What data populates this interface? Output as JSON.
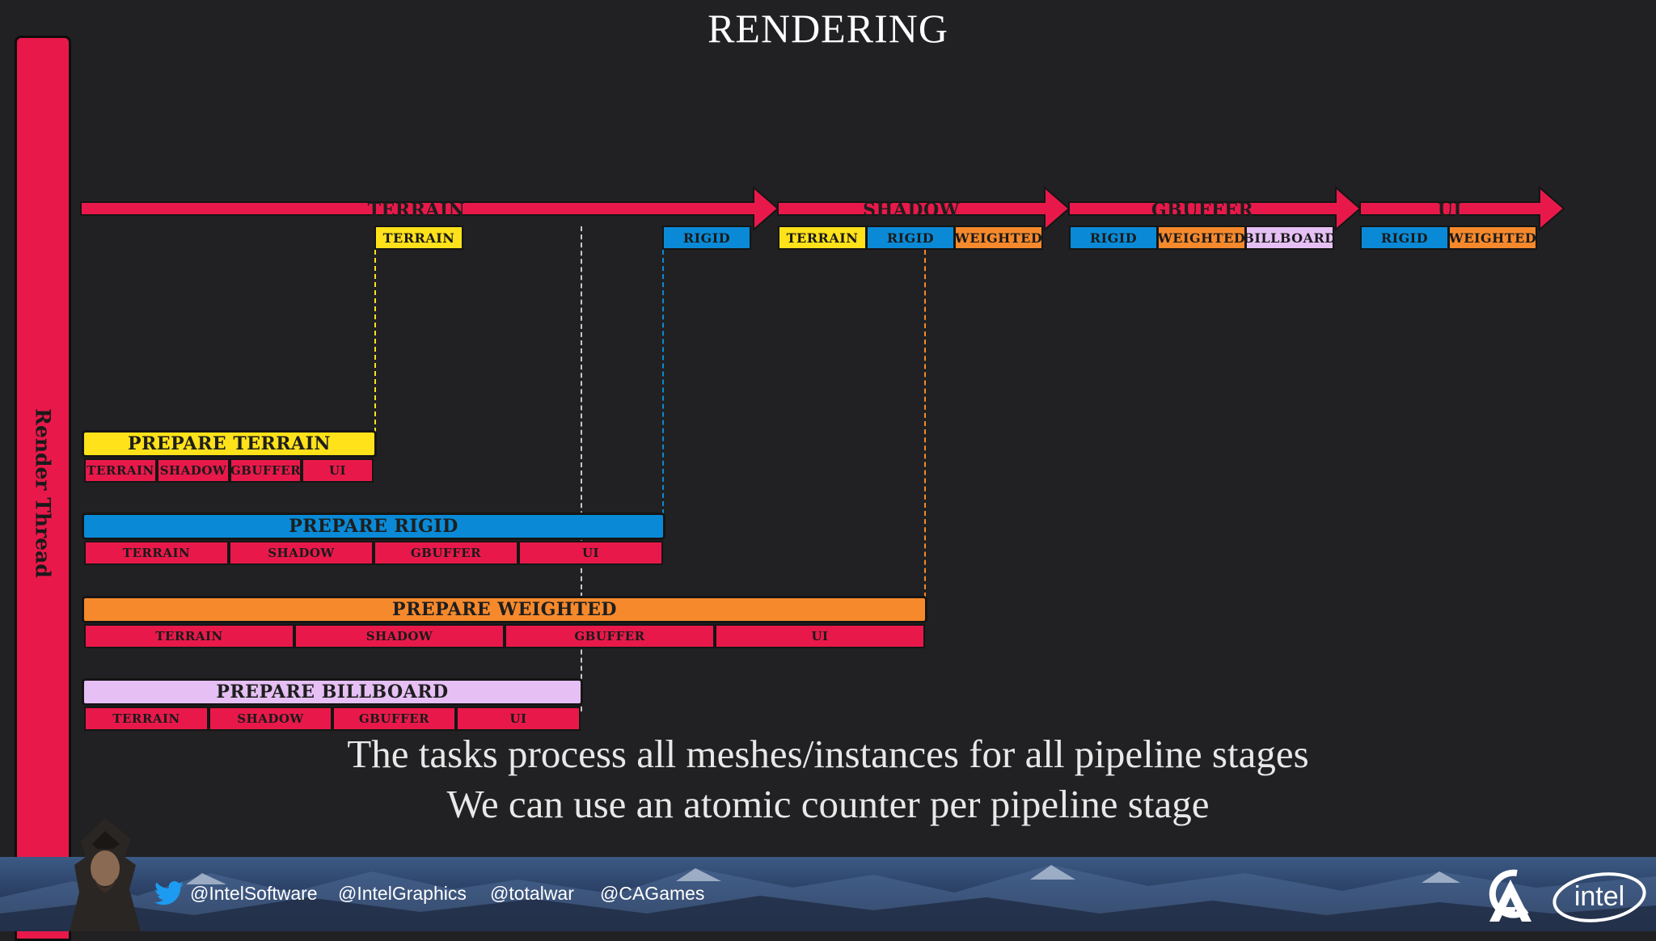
{
  "title": "RENDERING",
  "render_thread_label": "Render Thread",
  "stages": [
    {
      "label": "TERRAIN",
      "chips": [
        {
          "label": "TERRAIN",
          "color": "#ffe21a"
        },
        {
          "label": "RIGID",
          "color": "#0a8ad6"
        }
      ]
    },
    {
      "label": "SHADOW",
      "chips": [
        {
          "label": "TERRAIN",
          "color": "#ffe21a"
        },
        {
          "label": "RIGID",
          "color": "#0a8ad6"
        },
        {
          "label": "WEIGHTED",
          "color": "#f6892c"
        }
      ]
    },
    {
      "label": "GBUFFER",
      "chips": [
        {
          "label": "RIGID",
          "color": "#0a8ad6"
        },
        {
          "label": "WEIGHTED",
          "color": "#f6892c"
        },
        {
          "label": "BILLBOARD",
          "color": "#e6c0f4"
        }
      ]
    },
    {
      "label": "UI",
      "chips": [
        {
          "label": "RIGID",
          "color": "#0a8ad6"
        },
        {
          "label": "WEIGHTED",
          "color": "#f6892c"
        }
      ]
    }
  ],
  "prepare_tasks": [
    {
      "label": "PREPARE TERRAIN",
      "color": "#ffe21a",
      "subtasks": [
        "TERRAIN",
        "SHADOW",
        "GBUFFER",
        "UI"
      ]
    },
    {
      "label": "PREPARE RIGID",
      "color": "#0a8ad6",
      "subtasks": [
        "TERRAIN",
        "SHADOW",
        "GBUFFER",
        "UI"
      ]
    },
    {
      "label": "PREPARE WEIGHTED",
      "color": "#f6892c",
      "subtasks": [
        "TERRAIN",
        "SHADOW",
        "GBUFFER",
        "UI"
      ]
    },
    {
      "label": "PREPARE BILLBOARD",
      "color": "#e6c0f4",
      "subtasks": [
        "TERRAIN",
        "SHADOW",
        "GBUFFER",
        "UI"
      ]
    }
  ],
  "caption": {
    "line1": "The tasks process all meshes/instances for all pipeline stages",
    "line2": "We can use an atomic counter per pipeline stage"
  },
  "footer": {
    "handles": [
      "@IntelSoftware",
      "@IntelGraphics",
      "@totalwar",
      "@CAGames"
    ],
    "logo_text": "intel",
    "icons": [
      "twitter-bird-icon",
      "creative-assembly-logo",
      "intel-logo"
    ]
  },
  "colors": {
    "background": "#212123",
    "red": "#e8194a",
    "yellow": "#ffe21a",
    "blue": "#0a8ad6",
    "orange": "#f6892c",
    "lilac": "#e6c0f4"
  }
}
